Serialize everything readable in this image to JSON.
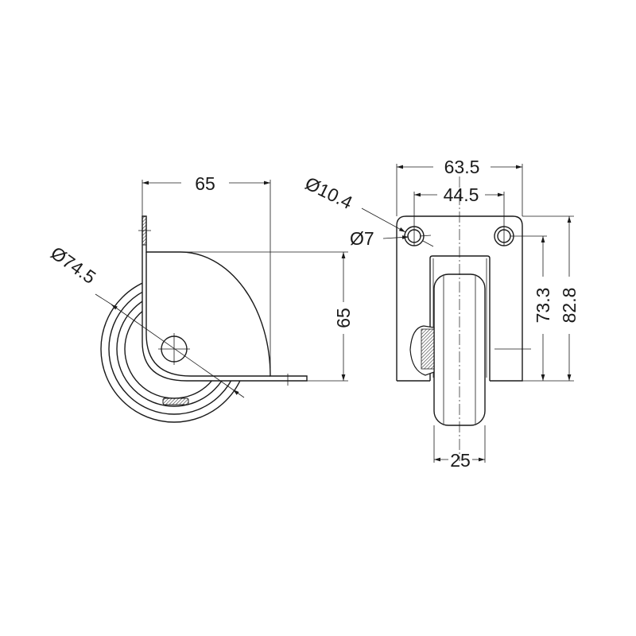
{
  "drawing": {
    "side_view": {
      "width_dim": "65",
      "height_dim": "65",
      "wheel_diameter": "Ø74.5"
    },
    "front_view": {
      "plate_width": "63.5",
      "hole_spacing": "44.5",
      "hole_outer_diameter": "Ø10.4",
      "hole_diameter": "Ø7",
      "hole_to_base_height": "73.3",
      "plate_height": "82.8",
      "wheel_width": "25"
    },
    "line_color": "#1a1a1a"
  }
}
